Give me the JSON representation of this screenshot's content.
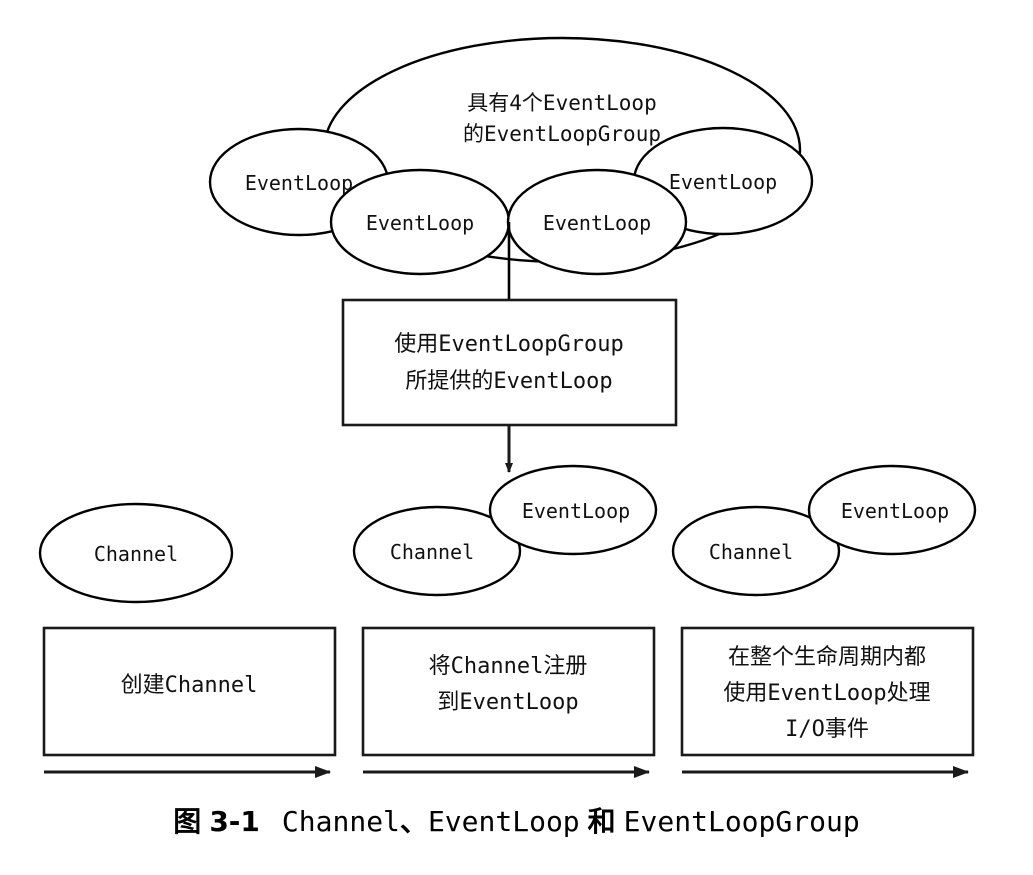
{
  "figure": {
    "caption": {
      "prefix_cjk": "图",
      "number": "3-1",
      "term1": "Channel",
      "separator": "、",
      "term2": "EventLoop",
      "conjunction": "和",
      "term3": "EventLoopGroup",
      "full_text": "图 3-1  Channel、EventLoop 和 EventLoopGroup"
    },
    "colors": {
      "stroke": "#000000",
      "fill": "#ffffff",
      "text": "#111111"
    }
  },
  "group_cloud": {
    "title_line1": "具有4个EventLoop",
    "title_line2": "的EventLoopGroup",
    "event_loops": [
      {
        "label": "EventLoop"
      },
      {
        "label": "EventLoop"
      },
      {
        "label": "EventLoop"
      },
      {
        "label": "EventLoop"
      }
    ]
  },
  "middle_box": {
    "line1": "使用EventLoopGroup",
    "line2": "所提供的EventLoop"
  },
  "stages": [
    {
      "id": "create-channel",
      "channel_label": "Channel",
      "event_loop_label": null,
      "box_lines": [
        "创建Channel"
      ]
    },
    {
      "id": "register-channel",
      "channel_label": "Channel",
      "event_loop_label": "EventLoop",
      "box_lines": [
        "将Channel注册",
        "到EventLoop"
      ]
    },
    {
      "id": "handle-io",
      "channel_label": "Channel",
      "event_loop_label": "EventLoop",
      "box_lines": [
        "在整个生命周期内都",
        "使用EventLoop处理",
        "I/O事件"
      ]
    }
  ]
}
